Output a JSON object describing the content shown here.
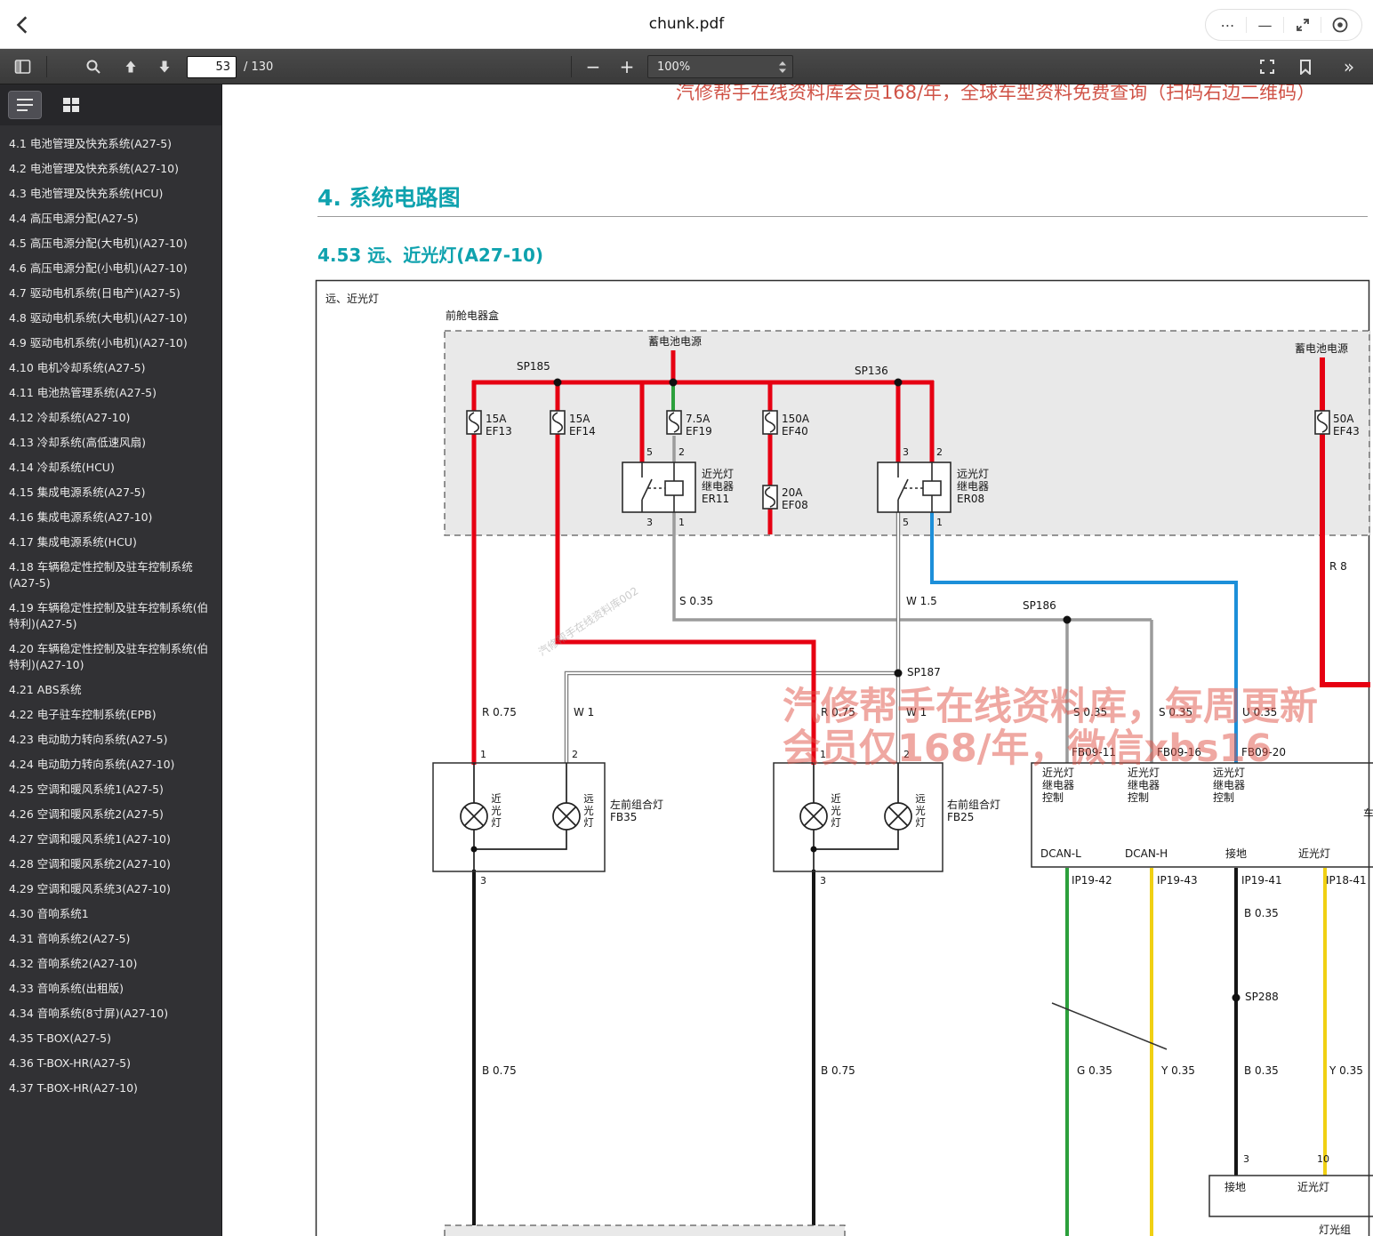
{
  "window": {
    "title": "chunk.pdf"
  },
  "icons": {
    "more_dots": "⋯",
    "minimize": "—",
    "zoom_out": "−",
    "zoom_in": "+",
    "chevrons_right": "»"
  },
  "toolbar": {
    "page_number": "53",
    "page_total": "/ 130",
    "zoom": "100%"
  },
  "sidebar": {
    "items": [
      "4.1 电池管理及快充系统(A27-5)",
      "4.2 电池管理及快充系统(A27-10)",
      "4.3 电池管理及快充系统(HCU)",
      "4.4 高压电源分配(A27-5)",
      "4.5 高压电源分配(大电机)(A27-10)",
      "4.6 高压电源分配(小电机)(A27-10)",
      "4.7 驱动电机系统(日电产)(A27-5)",
      "4.8 驱动电机系统(大电机)(A27-10)",
      "4.9 驱动电机系统(小电机)(A27-10)",
      "4.10 电机冷却系统(A27-5)",
      "4.11 电池热管理系统(A27-5)",
      "4.12 冷却系统(A27-10)",
      "4.13 冷却系统(高低速风扇)",
      "4.14 冷却系统(HCU)",
      "4.15 集成电源系统(A27-5)",
      "4.16 集成电源系统(A27-10)",
      "4.17 集成电源系统(HCU)",
      "4.18 车辆稳定性控制及驻车控制系统(A27-5)",
      "4.19 车辆稳定性控制及驻车控制系统(伯特利)(A27-5)",
      "4.20 车辆稳定性控制及驻车控制系统(伯特利)(A27-10)",
      "4.21 ABS系统",
      "4.22 电子驻车控制系统(EPB)",
      "4.23 电动助力转向系统(A27-5)",
      "4.24 电动助力转向系统(A27-10)",
      "4.25 空调和暖风系统1(A27-5)",
      "4.26 空调和暖风系统2(A27-5)",
      "4.27 空调和暖风系统1(A27-10)",
      "4.28 空调和暖风系统2(A27-10)",
      "4.29 空调和暖风系统3(A27-10)",
      "4.30 音响系统1",
      "4.31 音响系统2(A27-5)",
      "4.32 音响系统2(A27-10)",
      "4.33 音响系统(出租版)",
      "4.34 音响系统(8寸屏)(A27-10)",
      "4.35 T-BOX(A27-5)",
      "4.36 T-BOX-HR(A27-5)",
      "4.37 T-BOX-HR(A27-10)"
    ]
  },
  "watermarks": {
    "top": "汽修帮手在线资料库会员168/年，全球车型资料免费查询（扫码右边二维码）",
    "mid1": "汽修帮手在线资料库，每周更新",
    "mid2": "会员仅168/年，微信xbs16",
    "diag": "汽修帮手在线资料库002"
  },
  "doc": {
    "h1": "4. 系统电路图",
    "h2": "4.53 远、近光灯(A27-10)"
  },
  "colors": {
    "accent_teal": "#0fa2ae",
    "wire_red": "#e60012",
    "wire_green": "#2ca03c",
    "wire_yellow": "#f0d013",
    "wire_blue": "#1d8fd9",
    "wire_gray": "#9b9b9b",
    "wire_black": "#161616",
    "watermark_red": "#cc4437"
  },
  "d": {
    "fig_title": "远、近光灯",
    "ebox": "前舱电器盒",
    "bat_l": "蓄电池电源",
    "bat_r": "蓄电池电源",
    "sp185": "SP185",
    "sp136": "SP136",
    "sp186": "SP186",
    "sp187": "SP187",
    "sp288": "SP288",
    "f13": "15A\nEF13",
    "f14": "15A\nEF14",
    "f19": "7.5A\nEF19",
    "f40": "150A\nEF40",
    "f08": "20A\nEF08",
    "f43": "50A\nEF43",
    "r11": "近光灯\n继电器\nER11",
    "r08": "远光灯\n继电器\nER08",
    "p11tl": "5",
    "p11tr": "2",
    "p11bl": "3",
    "p11br": "1",
    "p08tl": "3",
    "p08tr": "2",
    "p08bl": "5",
    "p08br": "1",
    "w_s035": "S 0.35",
    "w_w15": "W 1.5",
    "w_r075l": "R 0.75",
    "w_w1l": "W 1",
    "w_r075r": "R 0.75",
    "w_w1r": "W 1",
    "w_s035b": "S 0.35",
    "w_s035c": "S 0.35",
    "w_u035": "U 0.35",
    "w_r8": "R 8",
    "w_b075l": "B 0.75",
    "w_b075r": "B 0.75",
    "w_g035": "G 0.35",
    "w_y035a": "Y 0.35",
    "w_b035a": "B 0.35",
    "w_b035b": "B 0.35",
    "w_y035b": "Y 0.35",
    "lp1": "1",
    "lp2": "2",
    "lp3": "3",
    "rp1": "1",
    "rp2": "2",
    "rp3": "3",
    "lamp_ll": "近光灯",
    "lamp_lh": "远光灯",
    "lamp_rl": "近光灯",
    "lamp_rh": "远光灯",
    "fb35": "左前组合灯\nFB35",
    "fb25": "右前组合灯\nFB25",
    "fb0911": "FB09-11",
    "fb0916": "FB09-16",
    "fb0920": "FB09-20",
    "bcm_in1": "近光灯\n继电器\n控制",
    "bcm_in2": "近光灯\n继电器\n控制",
    "bcm_in3": "远光灯\n继电器\n控制",
    "bcm_dcanl": "DCAN-L",
    "bcm_dcanh": "DCAN-H",
    "bcm_gnd": "接地",
    "bcm_lb": "近光灯",
    "bcm_partial": "车",
    "ip1": "IP19-42",
    "ip2": "IP19-43",
    "ip3": "IP19-41",
    "ip4": "IP18-41",
    "swp1": "3",
    "swp2": "10",
    "sw_gnd": "接地",
    "sw_lb": "近光灯",
    "sw_name": "灯光组"
  }
}
